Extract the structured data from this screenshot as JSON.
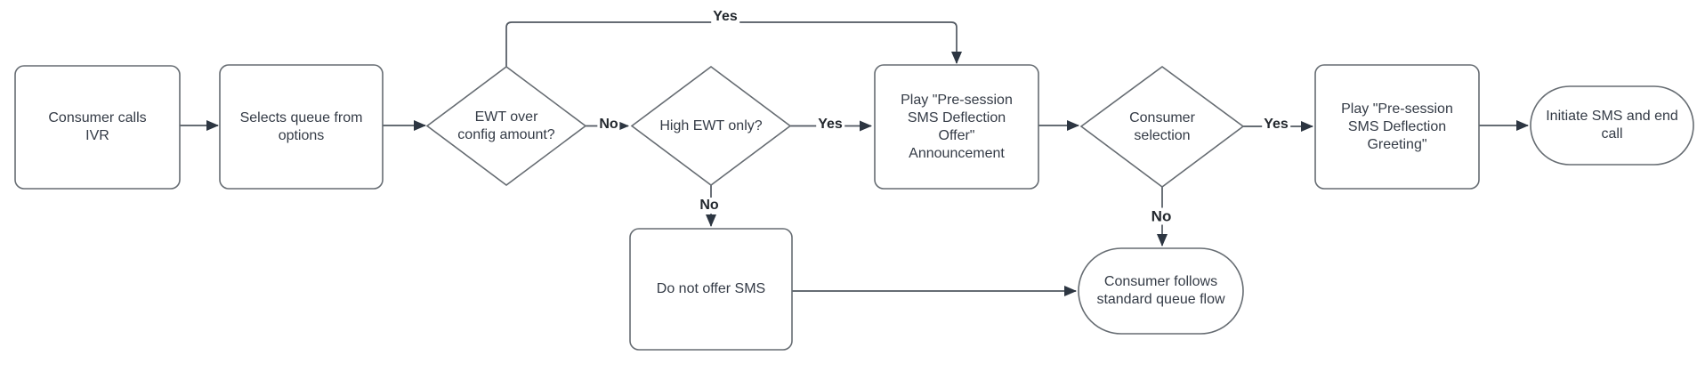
{
  "diagram": {
    "type": "flowchart",
    "background": "#ffffff",
    "colors": {
      "shape_fill": "#ffffff",
      "shape_stroke": "#666c72",
      "edge_stroke": "#515861",
      "arrowhead_fill": "#2d3642",
      "node_text": "#343b46",
      "edge_label_text": "#23282e"
    },
    "nodes": {
      "consumer_calls_ivr": {
        "type": "process",
        "label": "Consumer calls\nIVR"
      },
      "selects_queue": {
        "type": "process",
        "label": "Selects queue from\noptions"
      },
      "ewt_over_config": {
        "type": "decision",
        "label": "EWT over\nconfig amount?"
      },
      "high_ewt_only": {
        "type": "decision",
        "label": "High EWT only?"
      },
      "play_offer_announcement": {
        "type": "process",
        "label": "Play \"Pre-session\nSMS Deflection\nOffer\"\nAnnouncement"
      },
      "consumer_selection": {
        "type": "decision",
        "label": "Consumer\nselection"
      },
      "play_greeting": {
        "type": "process",
        "label": "Play \"Pre-session\nSMS Deflection\nGreeting\""
      },
      "initiate_sms_end_call": {
        "type": "terminator",
        "label": "Initiate SMS and end\ncall"
      },
      "do_not_offer_sms": {
        "type": "process",
        "label": "Do not offer SMS"
      },
      "standard_queue_flow": {
        "type": "terminator",
        "label": "Consumer follows\nstandard queue flow"
      }
    },
    "edges": {
      "ewt_yes": "Yes",
      "ewt_no": "No",
      "high_ewt_yes": "Yes",
      "high_ewt_no": "No",
      "selection_yes": "Yes",
      "selection_no": "No"
    }
  }
}
